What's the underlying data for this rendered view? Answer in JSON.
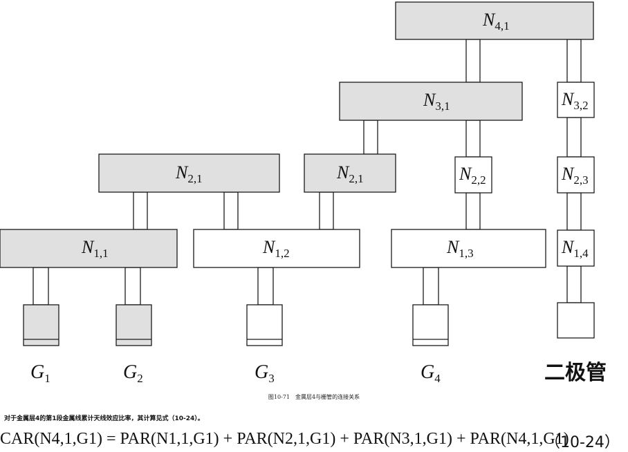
{
  "nodes": {
    "n41": {
      "label": "N",
      "sub": "4,1"
    },
    "n31": {
      "label": "N",
      "sub": "3,1"
    },
    "n32": {
      "label": "N",
      "sub": "3,2"
    },
    "n21a": {
      "label": "N",
      "sub": "2,1"
    },
    "n21b": {
      "label": "N",
      "sub": "2,1"
    },
    "n22": {
      "label": "N",
      "sub": "2,2"
    },
    "n23": {
      "label": "N",
      "sub": "2,3"
    },
    "n11": {
      "label": "N",
      "sub": "1,1"
    },
    "n12": {
      "label": "N",
      "sub": "1,2"
    },
    "n13": {
      "label": "N",
      "sub": "1,3"
    },
    "n14": {
      "label": "N",
      "sub": "1,4"
    }
  },
  "gates": {
    "g1": {
      "label": "G",
      "sub": "1"
    },
    "g2": {
      "label": "G",
      "sub": "2"
    },
    "g3": {
      "label": "G",
      "sub": "3"
    },
    "g4": {
      "label": "G",
      "sub": "4"
    },
    "diode": {
      "label": "二极管"
    }
  },
  "caption": "图10-71　金属层4与栅管的连接关系",
  "note": "对于金属层4的第1段金属线累计天线效应比率，其计算见式（10-24）。",
  "formula": "CAR(N4,1,G1) = PAR(N1,1,G1) + PAR(N2,1,G1) + PAR(N3,1,G1) + PAR(N4,1,G1)",
  "formula_number": "（10-24）"
}
